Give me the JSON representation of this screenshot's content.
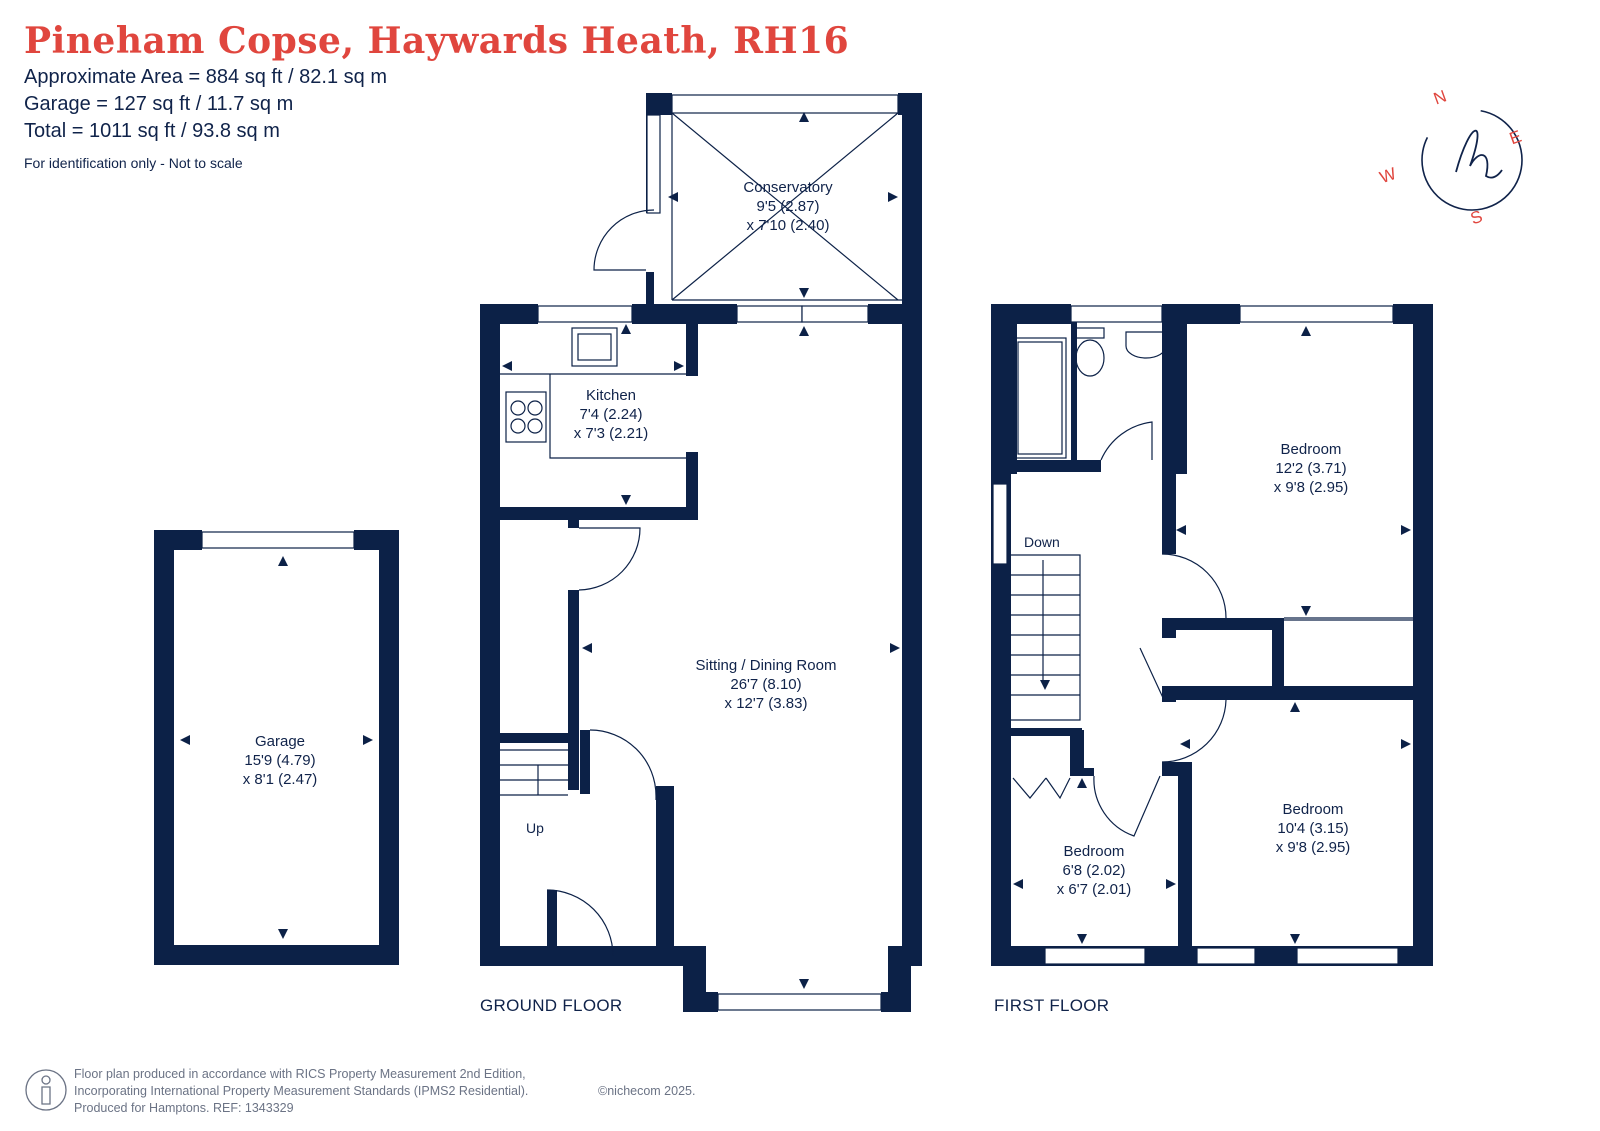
{
  "header": {
    "title": "Pineham Copse, Haywards Heath, RH16",
    "area_lines": [
      "Approximate Area = 884 sq ft / 82.1 sq m",
      "Garage = 127 sq ft / 11.7 sq m",
      "Total = 1011 sq ft / 93.8 sq m"
    ],
    "note": "For identification only - Not to scale"
  },
  "compass": {
    "n": "N",
    "e": "E",
    "s": "S",
    "w": "W"
  },
  "rooms": {
    "conservatory": {
      "name": "Conservatory",
      "dim1": "9'5 (2.87)",
      "dim2": "x 7'10 (2.40)"
    },
    "kitchen": {
      "name": "Kitchen",
      "dim1": "7'4 (2.24)",
      "dim2": "x 7'3 (2.21)"
    },
    "sitting": {
      "name": "Sitting / Dining Room",
      "dim1": "26'7 (8.10)",
      "dim2": "x 12'7 (3.83)"
    },
    "garage": {
      "name": "Garage",
      "dim1": "15'9 (4.79)",
      "dim2": "x 8'1 (2.47)"
    },
    "bedroom1": {
      "name": "Bedroom",
      "dim1": "12'2 (3.71)",
      "dim2": "x 9'8 (2.95)"
    },
    "bedroom2": {
      "name": "Bedroom",
      "dim1": "10'4 (3.15)",
      "dim2": "x 9'8 (2.95)"
    },
    "bedroom3": {
      "name": "Bedroom",
      "dim1": "6'8 (2.02)",
      "dim2": "x 6'7 (2.01)"
    }
  },
  "stairs": {
    "up": "Up",
    "down": "Down"
  },
  "floors": {
    "ground": "GROUND FLOOR",
    "first": "FIRST FLOOR"
  },
  "footer": {
    "line1": "Floor plan produced in accordance with RICS Property Measurement 2nd Edition,",
    "line2": "Incorporating International Property Measurement Standards (IPMS2 Residential).",
    "copyright": "©nichecom 2025.",
    "line3": "Produced for Hamptons.  REF: 1343329"
  },
  "colors": {
    "wall": "#0c2147",
    "accent": "#e0463e",
    "muted": "#6b7385"
  }
}
